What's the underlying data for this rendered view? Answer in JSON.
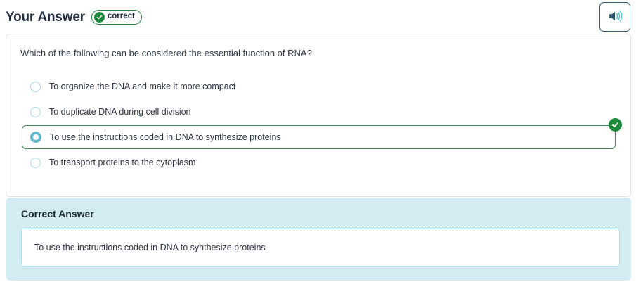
{
  "header": {
    "title": "Your Answer",
    "status_badge": {
      "label": "correct",
      "icon": "check-circle-icon",
      "color": "#1c8a3c"
    },
    "audio_button": {
      "icon": "speaker-icon",
      "icon_color": "#2e5c6e",
      "wave_color": "#5bc2da"
    }
  },
  "question": {
    "text": "Which of the following can be considered the essential function of RNA?",
    "options": [
      {
        "label": "To organize the DNA and make it more compact",
        "selected": false,
        "marked_correct": false
      },
      {
        "label": "To duplicate DNA during cell division",
        "selected": false,
        "marked_correct": false
      },
      {
        "label": "To use the instructions coded in DNA to synthesize proteins",
        "selected": true,
        "marked_correct": true
      },
      {
        "label": "To transport proteins to the cytoplasm",
        "selected": false,
        "marked_correct": false
      }
    ]
  },
  "correct_answer_panel": {
    "title": "Correct Answer",
    "answer": "To use the instructions coded in DNA to synthesize proteins",
    "background_color": "#d2ecf2",
    "box_border_color": "#5bc2da"
  },
  "colors": {
    "accent_teal": "#64b8ce",
    "success_green": "#1c8a3c",
    "selected_border_green": "#3e8a53",
    "text_primary": "#2b3442",
    "card_border": "#dfe3e8"
  }
}
